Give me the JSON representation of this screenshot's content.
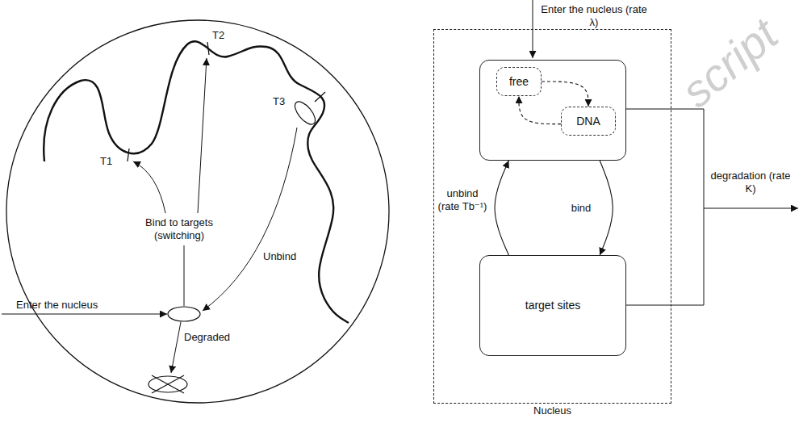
{
  "diagram": {
    "nodes": [
      {
        "text": [
          "Nucleus"
        ]
      },
      {
        "text": [],
        "in": 0
      },
      {
        "text": [
          "free"
        ],
        "in": 1
      },
      {
        "text": [
          "DNA"
        ],
        "in": 1
      },
      {
        "text": [
          "target sites"
        ],
        "in": 0
      }
    ],
    "edges": [
      {
        "from": 2,
        "to": 3,
        "arrow": "to"
      },
      {
        "from": 3,
        "to": 2,
        "arrow": "to"
      },
      {
        "from": 1,
        "to": 4,
        "arrow": "to",
        "label": "bind"
      },
      {
        "from": 4,
        "to": 1,
        "arrow": "to",
        "label": "unbind (rate Tb⁻¹)"
      }
    ],
    "labels": [
      "T1",
      "T2",
      "T3",
      "Bind to targets (switching)",
      "Unbind",
      "Enter the nucleus",
      "Degraded",
      "Enter the nucleus (rate λ)",
      "degradation (rate K)",
      "script"
    ]
  }
}
